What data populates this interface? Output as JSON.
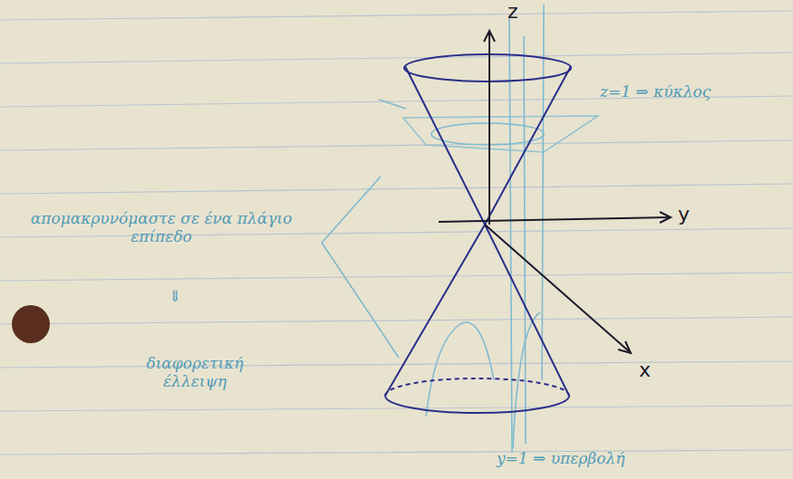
{
  "diagram": {
    "labels": [
      "z",
      "y",
      "x",
      "z=1 ⇒ κύκλος",
      "απομακρυνόμαστε σε ένα πλάγιο επίπεδο",
      "⇓",
      "διαφορετική έλλειψη",
      "y=1 ⇒ υπερβολή"
    ]
  }
}
